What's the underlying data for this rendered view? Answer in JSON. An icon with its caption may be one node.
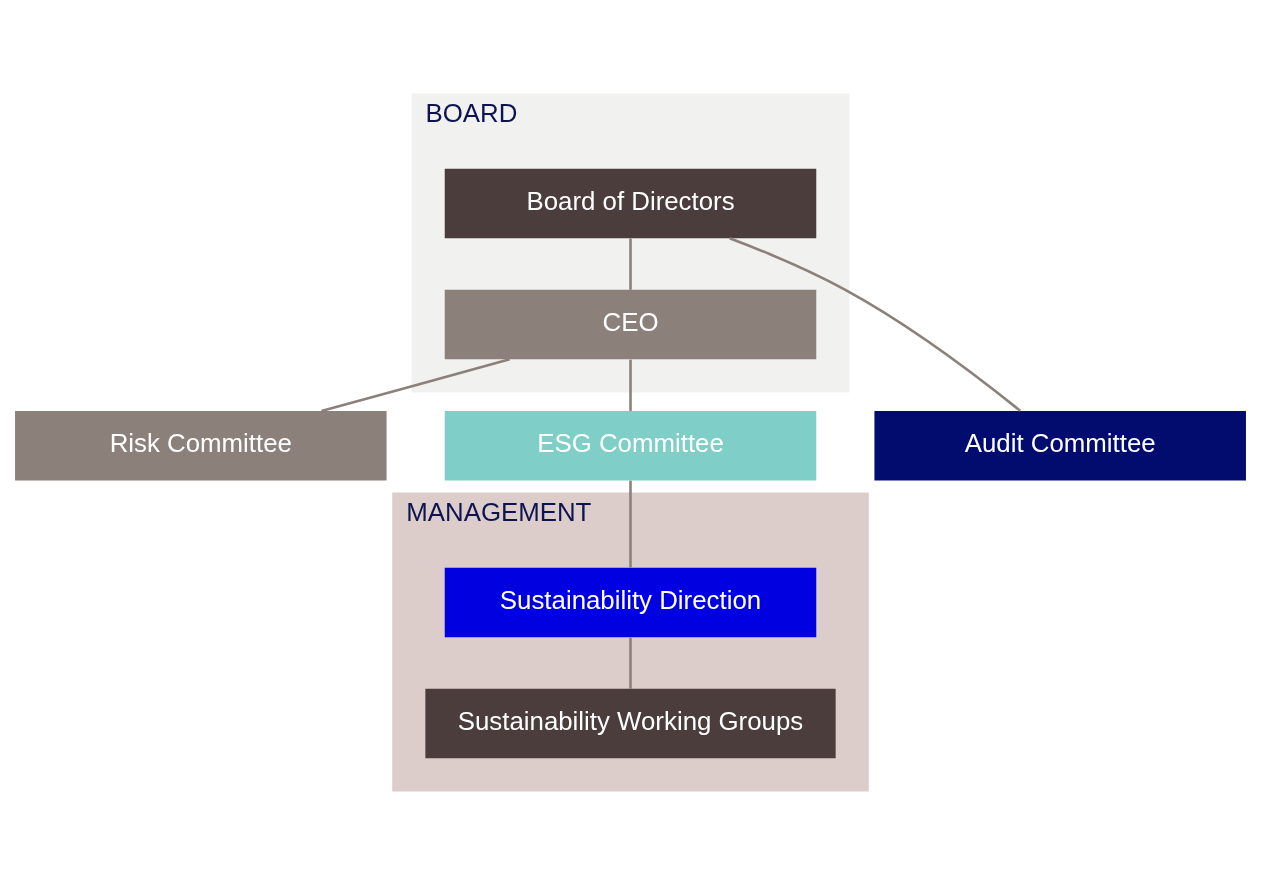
{
  "diagram": {
    "nodes": [
      {
        "text": [
          "BOARD"
        ]
      },
      {
        "text": [
          "Board of Directors"
        ],
        "in": 0
      },
      {
        "text": [
          "CEO"
        ],
        "in": 0
      },
      {
        "text": [
          "Risk Committee"
        ]
      },
      {
        "text": [
          "ESG Committee"
        ]
      },
      {
        "text": [
          "Audit Committee"
        ]
      },
      {
        "text": [
          "MANAGEMENT"
        ]
      },
      {
        "text": [
          "Sustainability Direction"
        ],
        "in": 6
      },
      {
        "text": [
          "Sustainability Working Groups"
        ],
        "in": 6
      }
    ],
    "edges": [
      {
        "from": 1,
        "to": 2,
        "arrow": "none"
      },
      {
        "from": 2,
        "to": 3,
        "arrow": "none"
      },
      {
        "from": 2,
        "to": 4,
        "arrow": "none"
      },
      {
        "from": 1,
        "to": 5,
        "arrow": "none"
      },
      {
        "from": 4,
        "to": 7,
        "arrow": "none"
      },
      {
        "from": 7,
        "to": 8,
        "arrow": "none"
      }
    ]
  }
}
